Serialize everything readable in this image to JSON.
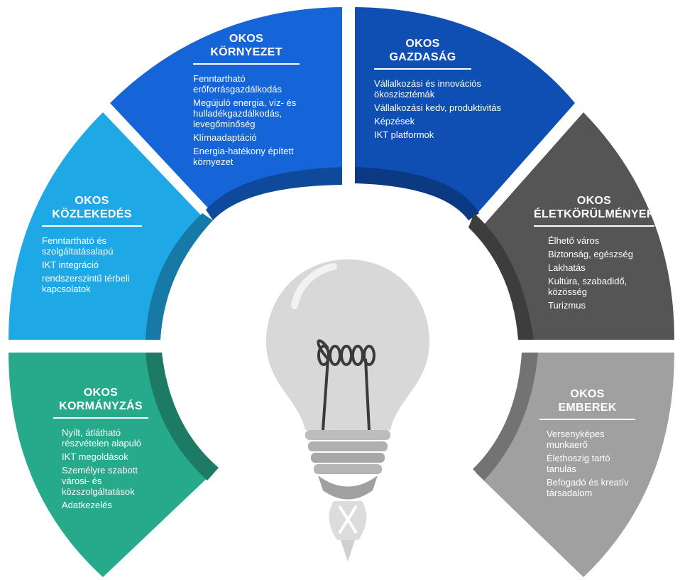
{
  "colors": {
    "kornyezet": "#1565d8",
    "gazdasag": "#0f4fb4",
    "kozlekedes": "#1fa8e6",
    "eletkorulmenyek": "#555555",
    "kormanyzas": "#27a98c",
    "emberek": "#a0a0a0",
    "bulb": "#d8d8d8"
  },
  "sections": {
    "kornyezet": {
      "title": [
        "OKOS",
        "KÖRNYEZET"
      ],
      "items": [
        [
          "Fenntartható",
          "erőforrásgazdálkodás"
        ],
        [
          "Megújuló energia, víz- és",
          "hulladékgazdálkodás,",
          "levegőminőség"
        ],
        [
          "Klímaadaptáció"
        ],
        [
          "Energia-hatékony épített",
          "környezet"
        ]
      ]
    },
    "gazdasag": {
      "title": [
        "OKOS",
        "GAZDASÁG"
      ],
      "items": [
        [
          "Vállalkozási és innovációs",
          "ökoszisztémák"
        ],
        [
          "Vállalkozási kedv, produktivitás"
        ],
        [
          "Képzések"
        ],
        [
          "IKT platformok"
        ]
      ]
    },
    "kozlekedes": {
      "title": [
        "OKOS",
        "KÖZLEKEDÉS"
      ],
      "items": [
        [
          "Fenntartható és",
          "szolgáltatásalapú"
        ],
        [
          "IKT integráció"
        ],
        [
          "rendszerszintű térbeli",
          "kapcsolatok"
        ]
      ]
    },
    "eletkorulmenyek": {
      "title": [
        "OKOS",
        "ÉLETKÖRÜLMÉNYEK"
      ],
      "items": [
        [
          "Élhető város"
        ],
        [
          "Biztonság, egészség"
        ],
        [
          "Lakhatás"
        ],
        [
          "Kultúra, szabadidő,",
          "közösség"
        ],
        [
          "Turizmus"
        ]
      ]
    },
    "kormanyzas": {
      "title": [
        "OKOS",
        "KORMÁNYZÁS"
      ],
      "items": [
        [
          "Nyílt, átlátható",
          "részvételen alapuló"
        ],
        [
          "IKT megoldások"
        ],
        [
          "Személyre szabott",
          "városi- és",
          "közszolgáltatások"
        ],
        [
          "Adatkezelés"
        ]
      ]
    },
    "emberek": {
      "title": [
        "OKOS",
        "EMBEREK"
      ],
      "items": [
        [
          "Versenyképes",
          "munkaerő"
        ],
        [
          "Élethoszig tartó",
          "tanulás"
        ],
        [
          "Befogadó és kreatív",
          "társadalom"
        ]
      ]
    }
  }
}
